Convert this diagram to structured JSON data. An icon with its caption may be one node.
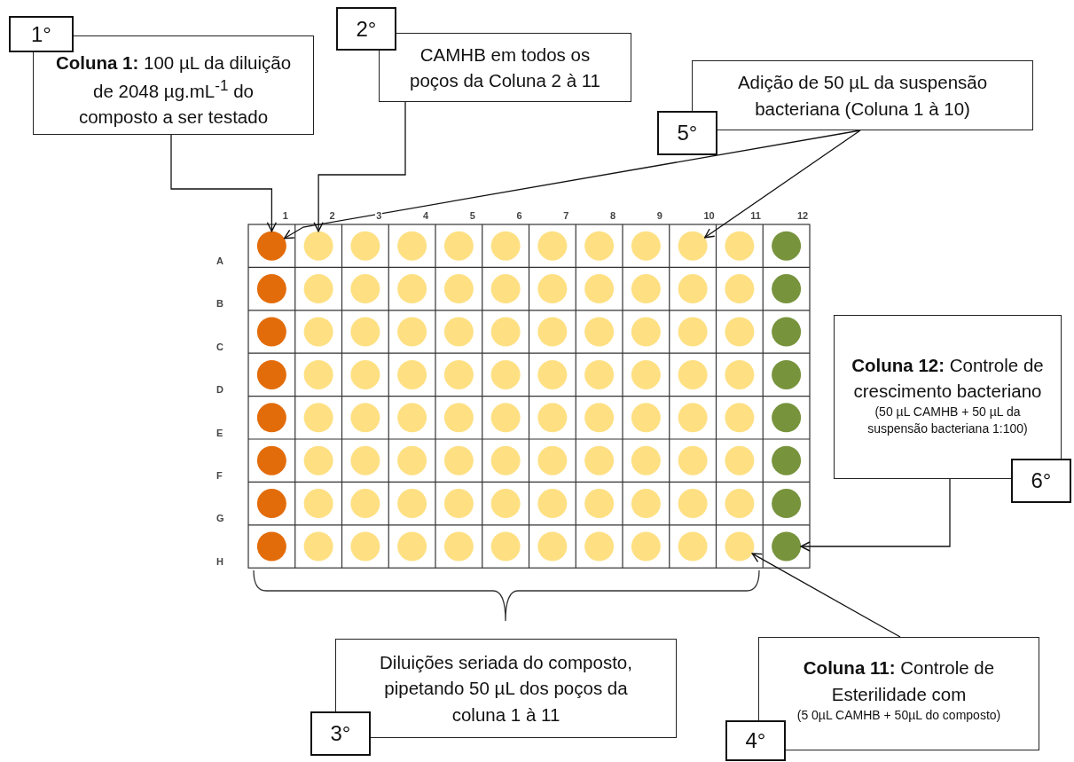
{
  "diagram": {
    "nodes": [
      {
        "text": [
          "1°"
        ]
      },
      {
        "text": [
          "**Coluna 1:** 100 µL da diluição de 2048 µg.mL$^{-1}$ do composto a ser testado"
        ]
      },
      {
        "text": [
          "2°"
        ]
      },
      {
        "text": [
          "CAMHB em todos os poços da Coluna 2 à 11"
        ]
      },
      {
        "text": [
          "Adição de 50 µL da suspensão bacteriana (Coluna 1 à 10)"
        ]
      },
      {
        "text": [
          "5°"
        ]
      },
      {
        "text": [],
        "shape": "circle"
      },
      {
        "text": [],
        "shape": "circle"
      },
      {
        "text": [],
        "shape": "circle"
      },
      {
        "text": [],
        "shape": "circle"
      },
      {
        "text": [],
        "shape": "circle"
      },
      {
        "text": [],
        "shape": "circle"
      },
      {
        "text": [],
        "shape": "circle"
      },
      {
        "text": [],
        "shape": "circle"
      },
      {
        "text": [],
        "shape": "circle"
      },
      {
        "text": [],
        "shape": "circle"
      },
      {
        "text": [],
        "shape": "circle"
      },
      {
        "text": [],
        "shape": "circle"
      },
      {
        "text": [],
        "shape": "circle"
      },
      {
        "text": [],
        "shape": "circle"
      },
      {
        "text": [],
        "shape": "circle"
      },
      {
        "text": [],
        "shape": "circle"
      },
      {
        "text": [],
        "shape": "circle"
      },
      {
        "text": [],
        "shape": "circle"
      },
      {
        "text": [],
        "shape": "circle"
      },
      {
        "text": [],
        "shape": "circle"
      },
      {
        "text": [],
        "shape": "circle"
      },
      {
        "text": [],
        "shape": "circle"
      },
      {
        "text": [],
        "shape": "circle"
      },
      {
        "text": [],
        "shape": "circle"
      },
      {
        "text": [],
        "shape": "circle"
      },
      {
        "text": [],
        "shape": "circle"
      },
      {
        "text": [],
        "shape": "circle"
      },
      {
        "text": [],
        "shape": "circle"
      },
      {
        "text": [],
        "shape": "circle"
      },
      {
        "text": [],
        "shape": "circle"
      },
      {
        "text": [],
        "shape": "circle"
      },
      {
        "text": [],
        "shape": "circle"
      },
      {
        "text": [],
        "shape": "circle"
      },
      {
        "text": [],
        "shape": "circle"
      },
      {
        "text": [],
        "shape": "circle"
      },
      {
        "text": [],
        "shape": "circle"
      },
      {
        "text": [],
        "shape": "circle"
      },
      {
        "text": [],
        "shape": "circle"
      },
      {
        "text": [],
        "shape": "circle"
      },
      {
        "text": [],
        "shape": "circle"
      },
      {
        "text": [],
        "shape": "circle"
      },
      {
        "text": [],
        "shape": "circle"
      },
      {
        "text": [],
        "shape": "circle"
      },
      {
        "text": [],
        "shape": "circle"
      },
      {
        "text": [],
        "shape": "circle"
      },
      {
        "text": [],
        "shape": "circle"
      },
      {
        "text": [],
        "shape": "circle"
      },
      {
        "text": [],
        "shape": "circle"
      },
      {
        "text": [],
        "shape": "circle"
      },
      {
        "text": [],
        "shape": "circle"
      },
      {
        "text": [],
        "shape": "circle"
      },
      {
        "text": [],
        "shape": "circle"
      },
      {
        "text": [],
        "shape": "circle"
      },
      {
        "text": [],
        "shape": "circle"
      },
      {
        "text": [],
        "shape": "circle"
      },
      {
        "text": [],
        "shape": "circle"
      },
      {
        "text": [],
        "shape": "circle"
      },
      {
        "text": [],
        "shape": "circle"
      },
      {
        "text": [],
        "shape": "circle"
      },
      {
        "text": [],
        "shape": "circle"
      },
      {
        "text": [],
        "shape": "circle"
      },
      {
        "text": [],
        "shape": "circle"
      },
      {
        "text": [],
        "shape": "circle"
      },
      {
        "text": [],
        "shape": "circle"
      },
      {
        "text": [],
        "shape": "circle"
      },
      {
        "text": [],
        "shape": "circle"
      },
      {
        "text": [],
        "shape": "circle"
      },
      {
        "text": [],
        "shape": "circle"
      },
      {
        "text": [],
        "shape": "circle"
      },
      {
        "text": [],
        "shape": "circle"
      },
      {
        "text": [],
        "shape": "circle"
      },
      {
        "text": [],
        "shape": "circle"
      },
      {
        "text": [],
        "shape": "circle"
      },
      {
        "text": [],
        "shape": "circle"
      },
      {
        "text": [],
        "shape": "circle"
      },
      {
        "text": [],
        "shape": "circle"
      },
      {
        "text": [],
        "shape": "circle"
      },
      {
        "text": [],
        "shape": "circle"
      },
      {
        "text": [],
        "shape": "circle"
      },
      {
        "text": [],
        "shape": "circle"
      },
      {
        "text": [],
        "shape": "circle"
      },
      {
        "text": [],
        "shape": "circle"
      },
      {
        "text": [],
        "shape": "circle"
      },
      {
        "text": [],
        "shape": "circle"
      },
      {
        "text": [],
        "shape": "circle"
      },
      {
        "text": [],
        "shape": "circle"
      },
      {
        "text": [],
        "shape": "circle"
      },
      {
        "text": [],
        "shape": "circle"
      },
      {
        "text": [],
        "shape": "circle"
      },
      {
        "text": [],
        "shape": "circle"
      },
      {
        "text": [],
        "shape": "circle"
      },
      {
        "text": [],
        "shape": "circle"
      },
      {
        "text": [],
        "shape": "circle"
      },
      {
        "text": [],
        "shape": "circle"
      },
      {
        "text": [],
        "shape": "circle"
      },
      {
        "text": [],
        "shape": "circle"
      },
      {
        "text": [
          "**Coluna 12:** Controle de crescimento bacteriano",
          "(50 µL CAMHB + 50 µL da suspensão bacteriana 1:100)"
        ]
      },
      {
        "text": [
          "6°"
        ]
      },
      {
        "text": [
          "Diluições seriada do composto, pipetando 50 µL dos poços da coluna 1 à 11"
        ]
      },
      {
        "text": [
          "3°"
        ]
      },
      {
        "text": [
          "**Coluna 11:** Controle de Esterilidade com",
          "(5 0µL CAMHB + 50µL do composto)"
        ]
      },
      {
        "text": [
          "4°"
        ]
      }
    ],
    "edges": [
      {
        "from": 1,
        "to": 6,
        "arrow": "to"
      },
      {
        "from": 3,
        "to": 7,
        "arrow": "to"
      },
      {
        "from": 4,
        "to": 6,
        "arrow": "to"
      },
      {
        "from": 4,
        "to": 15,
        "arrow": "to"
      },
      {
        "from": 102,
        "to": 101,
        "arrow": "to"
      },
      {
        "from": 106,
        "to": 100,
        "arrow": "to"
      }
    ],
    "labels": [
      "1",
      "2",
      "3",
      "4",
      "5",
      "6",
      "7",
      "8",
      "9",
      "10",
      "11",
      "12",
      "A",
      "B",
      "C",
      "D",
      "E",
      "F",
      "G",
      "H"
    ]
  }
}
